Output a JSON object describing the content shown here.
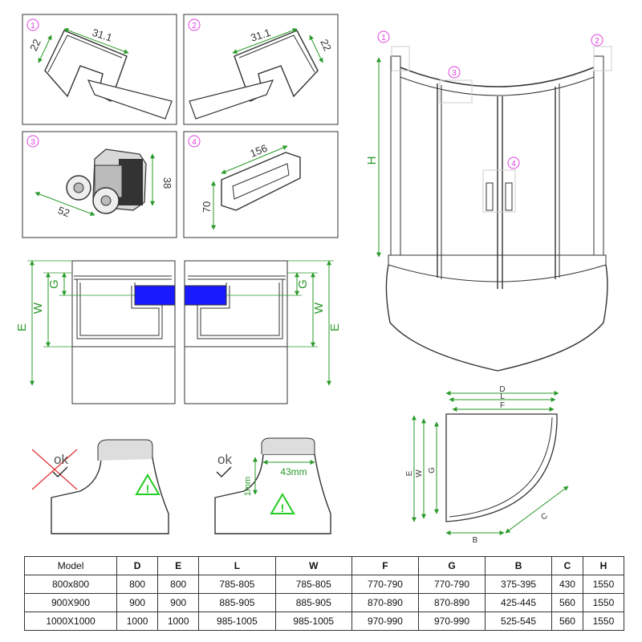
{
  "colors": {
    "line": "#333333",
    "dim": "#2a9a2a",
    "marker": "#e040e0",
    "blue": "#1a1aff",
    "warn": "#22cc22",
    "cross": "#e03030"
  },
  "details": {
    "d1": {
      "marker": "1",
      "w": "31.1",
      "h": "22"
    },
    "d2": {
      "marker": "2",
      "w": "31.1",
      "h": "22"
    },
    "d3": {
      "marker": "3",
      "w": "52",
      "h": "38"
    },
    "d4": {
      "marker": "4",
      "w": "156",
      "h": "70"
    }
  },
  "cross_section": {
    "g": "G",
    "w": "W",
    "e": "E"
  },
  "install": {
    "ok_left": "ok",
    "ok_right": "ok",
    "gap": "43mm",
    "tol": "1mm",
    "warn_icon": "warning-icon"
  },
  "main_view": {
    "m1": "1",
    "m2": "2",
    "m3": "3",
    "m4": "4",
    "h": "H"
  },
  "plan_view": {
    "d": "D",
    "l": "L",
    "f": "F",
    "e": "E",
    "w": "W",
    "g": "G",
    "b": "B",
    "c": "C"
  },
  "table": {
    "headers": [
      "Model",
      "D",
      "E",
      "L",
      "W",
      "F",
      "G",
      "B",
      "C",
      "H"
    ],
    "rows": [
      [
        "800x800",
        "800",
        "800",
        "785-805",
        "785-805",
        "770-790",
        "770-790",
        "375-395",
        "430",
        "1550"
      ],
      [
        "900X900",
        "900",
        "900",
        "885-905",
        "885-905",
        "870-890",
        "870-890",
        "425-445",
        "560",
        "1550"
      ],
      [
        "1000X1000",
        "1000",
        "1000",
        "985-1005",
        "985-1005",
        "970-990",
        "970-990",
        "525-545",
        "560",
        "1550"
      ]
    ]
  }
}
